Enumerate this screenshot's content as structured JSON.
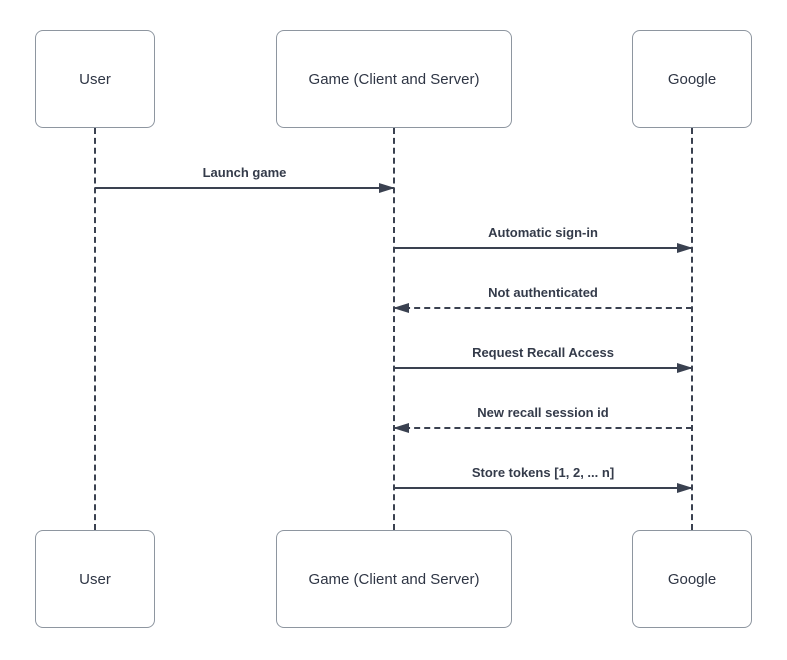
{
  "diagram": {
    "type": "sequence-diagram",
    "background_color": "#ffffff",
    "colors": {
      "actor_border": "#8e96a0",
      "actor_text": "#2f3645",
      "line": "#3a4150",
      "message_text": "#343b4a"
    },
    "actors": [
      {
        "id": "user",
        "label": "User"
      },
      {
        "id": "game",
        "label": "Game (Client and Server)"
      },
      {
        "id": "google",
        "label": "Google"
      }
    ],
    "messages": [
      {
        "label": "Launch game",
        "from": "user",
        "to": "game",
        "style": "solid",
        "direction": "right"
      },
      {
        "label": "Automatic sign-in",
        "from": "game",
        "to": "google",
        "style": "solid",
        "direction": "right"
      },
      {
        "label": "Not authenticated",
        "from": "google",
        "to": "game",
        "style": "dashed",
        "direction": "left"
      },
      {
        "label": "Request Recall Access",
        "from": "game",
        "to": "google",
        "style": "solid",
        "direction": "right"
      },
      {
        "label": "New recall session id",
        "from": "google",
        "to": "game",
        "style": "dashed",
        "direction": "left"
      },
      {
        "label": "Store tokens [1, 2, ... n]",
        "from": "game",
        "to": "google",
        "style": "solid",
        "direction": "right"
      }
    ]
  }
}
